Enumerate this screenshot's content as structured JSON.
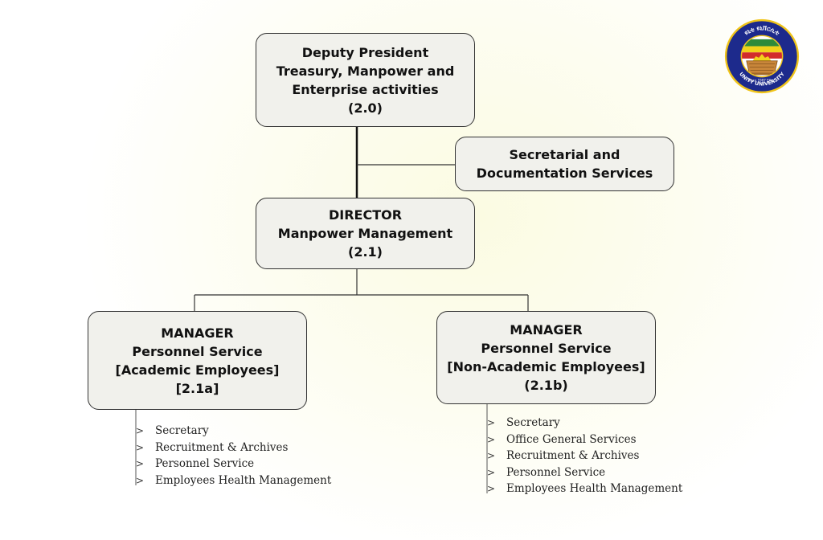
{
  "boxes": {
    "deputy_president": {
      "line1": "Deputy President",
      "line2": "Treasury, Manpower and",
      "line3": "Enterprise activities",
      "code": "(2.0)"
    },
    "secretarial": {
      "line1": "Secretarial and",
      "line2": "Documentation Services"
    },
    "director": {
      "line1": "DIRECTOR",
      "line2": "Manpower Management",
      "code": "(2.1)"
    },
    "manager_academic": {
      "line1": "MANAGER",
      "line2": "Personnel Service",
      "line3": "[Academic Employees]",
      "code": "[2.1a]"
    },
    "manager_non_academic": {
      "line1": "MANAGER",
      "line2": "Personnel Service",
      "line3": "[Non-Academic Employees]",
      "code": "(2.1b)"
    }
  },
  "lists": {
    "bullet": ">",
    "academic": [
      "Secretary",
      "Recruitment & Archives",
      "Personnel Service",
      "Employees Health Management"
    ],
    "non_academic": [
      "Secretary",
      "Office General Services",
      "Recruitment & Archives",
      "Personnel Service",
      "Employees Health Management"
    ]
  },
  "logo": {
    "top_text": "ዩኒቲ ዩኒቨርሲቲ",
    "bottom_text": "UNITY UNIVERSITY",
    "since_text": "Since 1987 Eth.c.",
    "colors": {
      "ring": "#1d2a8c",
      "rim": "#f0c419",
      "green": "#2e8b3a",
      "yellow": "#f2d21b",
      "red": "#d22b2b"
    }
  },
  "colors": {
    "connector": "#111111",
    "box_fill": "#f1f1ec",
    "box_border": "#333333"
  }
}
